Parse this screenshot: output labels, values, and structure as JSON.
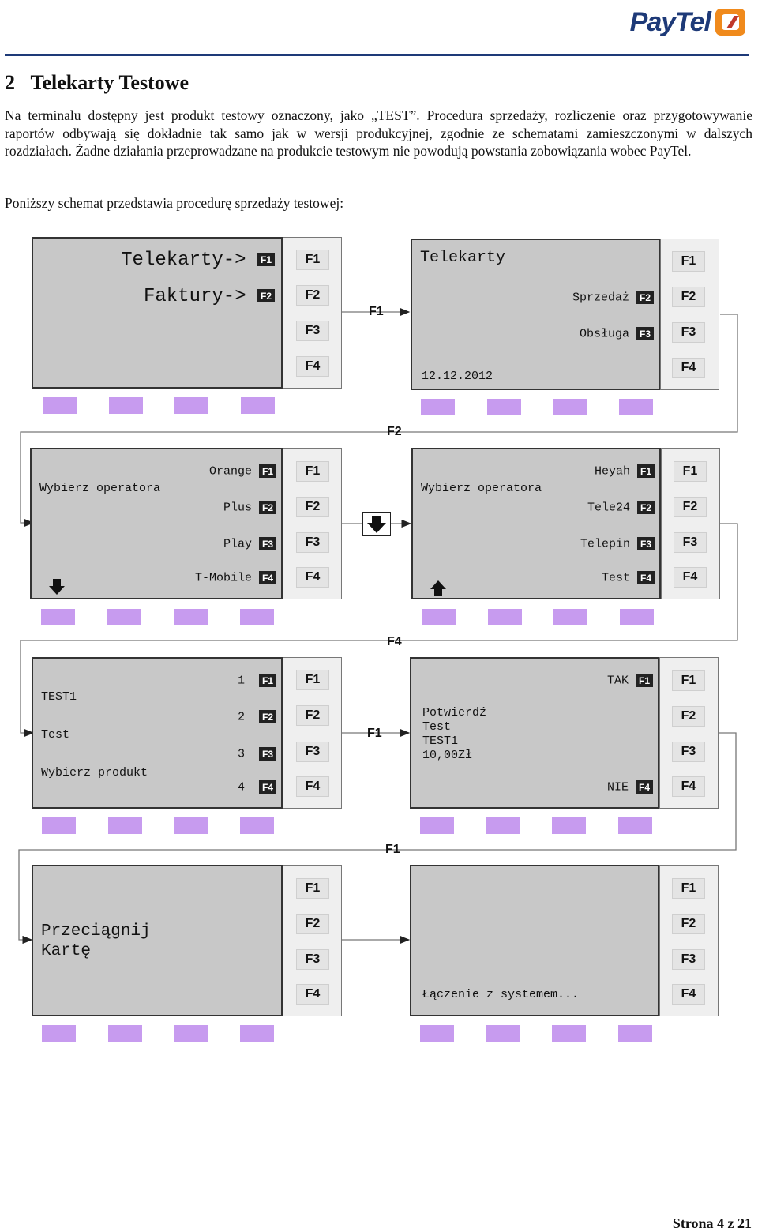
{
  "header": {
    "logo_text": "PayTel"
  },
  "section": {
    "number": "2",
    "title": "Telekarty Testowe"
  },
  "intro": "Na terminalu dostępny jest produkt testowy oznaczony, jako „TEST”. Procedura sprzedaży, rozliczenie oraz przygotowywanie raportów odbywają się dokładnie tak samo jak w wersji produkcyjnej, zgodnie ze schematami zamieszczonymi w dalszych rozdziałach. Żadne działania przeprowadzane na produkcie testowym nie powodują powstania zobowiązania wobec PayTel.",
  "schema_intro": "Poniższy schemat przedstawia procedurę sprzedaży testowej:",
  "keys": {
    "f1": "F1",
    "f2": "F2",
    "f3": "F3",
    "f4": "F4"
  },
  "screens": {
    "s1": {
      "line1": "Telekarty->",
      "line2": "Faktury->"
    },
    "s2": {
      "title": "Telekarty",
      "opt1": "Sprzedaż",
      "opt2": "Obsługa",
      "date": "12.12.2012"
    },
    "s3": {
      "prompt": "Wybierz operatora",
      "opt1": "Orange",
      "opt2": "Plus",
      "opt3": "Play",
      "opt4": "T-Mobile"
    },
    "s4": {
      "prompt": "Wybierz operatora",
      "opt1": "Heyah",
      "opt2": "Tele24",
      "opt3": "Telepin",
      "opt4": "Test"
    },
    "s5": {
      "line1": "TEST1",
      "line2": "Test",
      "line3": "Wybierz produkt",
      "opt1": "1",
      "opt2": "2",
      "opt3": "3",
      "opt4": "4"
    },
    "s6": {
      "line1": "Potwierdź",
      "line2": "Test",
      "line3": "TEST1",
      "line4": "10,00Zł",
      "yes": "TAK",
      "no": "NIE"
    },
    "s7": {
      "line1": "Przeciągnij",
      "line2": "Kartę"
    },
    "s8": {
      "status": "Łączenie z systemem..."
    }
  },
  "transitions": {
    "t1": "F1",
    "t2": "F2",
    "t3": "F4",
    "t4": "F1",
    "t5": "F1"
  },
  "footer": {
    "page": "Strona 4 z 21"
  },
  "colors": {
    "brand_blue": "#1e3a78",
    "brand_orange": "#f08a1c",
    "screen_gray": "#c8c8c8",
    "keypad_purple": "#c79bef"
  }
}
